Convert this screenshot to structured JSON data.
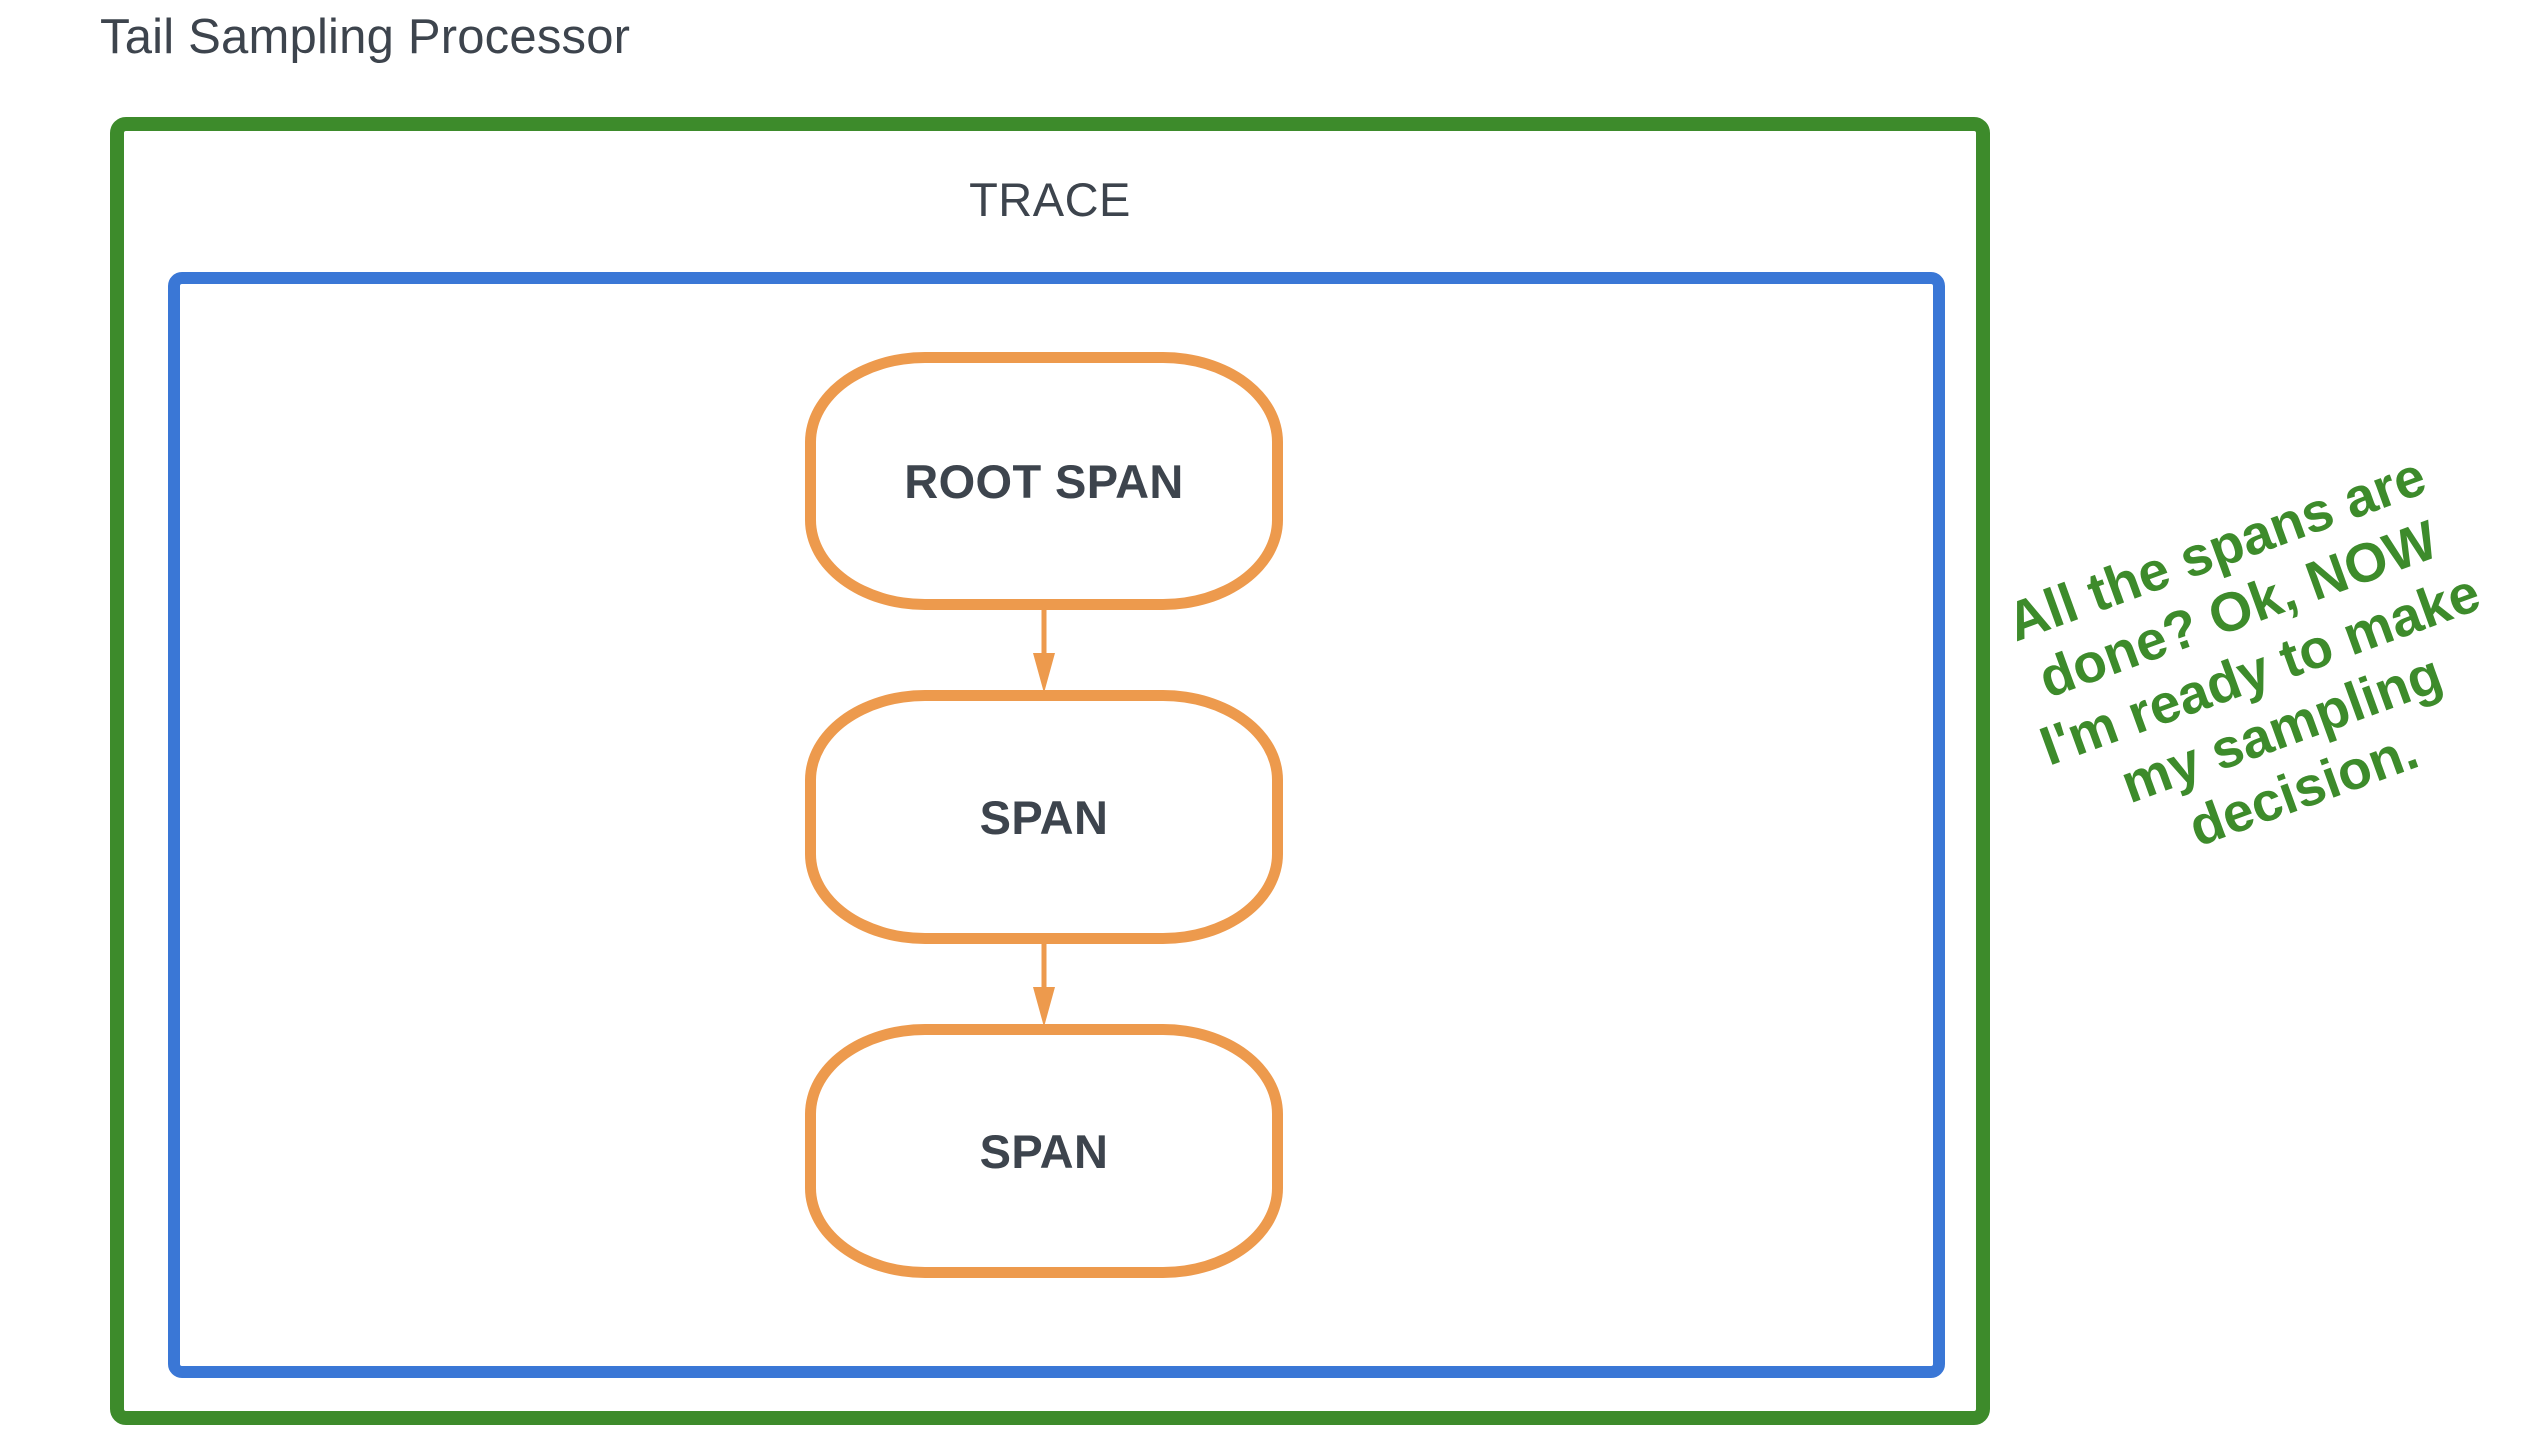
{
  "title": "Tail Sampling Processor",
  "frames": {
    "processor": {
      "label": "Tail Sampling Processor",
      "color": "#3d8b2b"
    },
    "trace": {
      "label": "TRACE",
      "color": "#3a77d6"
    }
  },
  "spans": [
    {
      "label": "ROOT SPAN",
      "color": "#ed9a4d"
    },
    {
      "label": "SPAN",
      "color": "#ed9a4d"
    },
    {
      "label": "SPAN",
      "color": "#ed9a4d"
    }
  ],
  "connectors": [
    {
      "from": "ROOT SPAN",
      "to": "SPAN",
      "color": "#ed9a4d"
    },
    {
      "from": "SPAN",
      "to": "SPAN",
      "color": "#ed9a4d"
    }
  ],
  "annotation": {
    "text": "All the spans are done? Ok, NOW I'm ready to make my sampling decision.",
    "color": "#3d8b2b",
    "rotation_deg": -20
  },
  "colors": {
    "green": "#3d8b2b",
    "blue": "#3a77d6",
    "orange": "#ed9a4d",
    "text_dark": "#3d444d",
    "background": "#ffffff"
  }
}
